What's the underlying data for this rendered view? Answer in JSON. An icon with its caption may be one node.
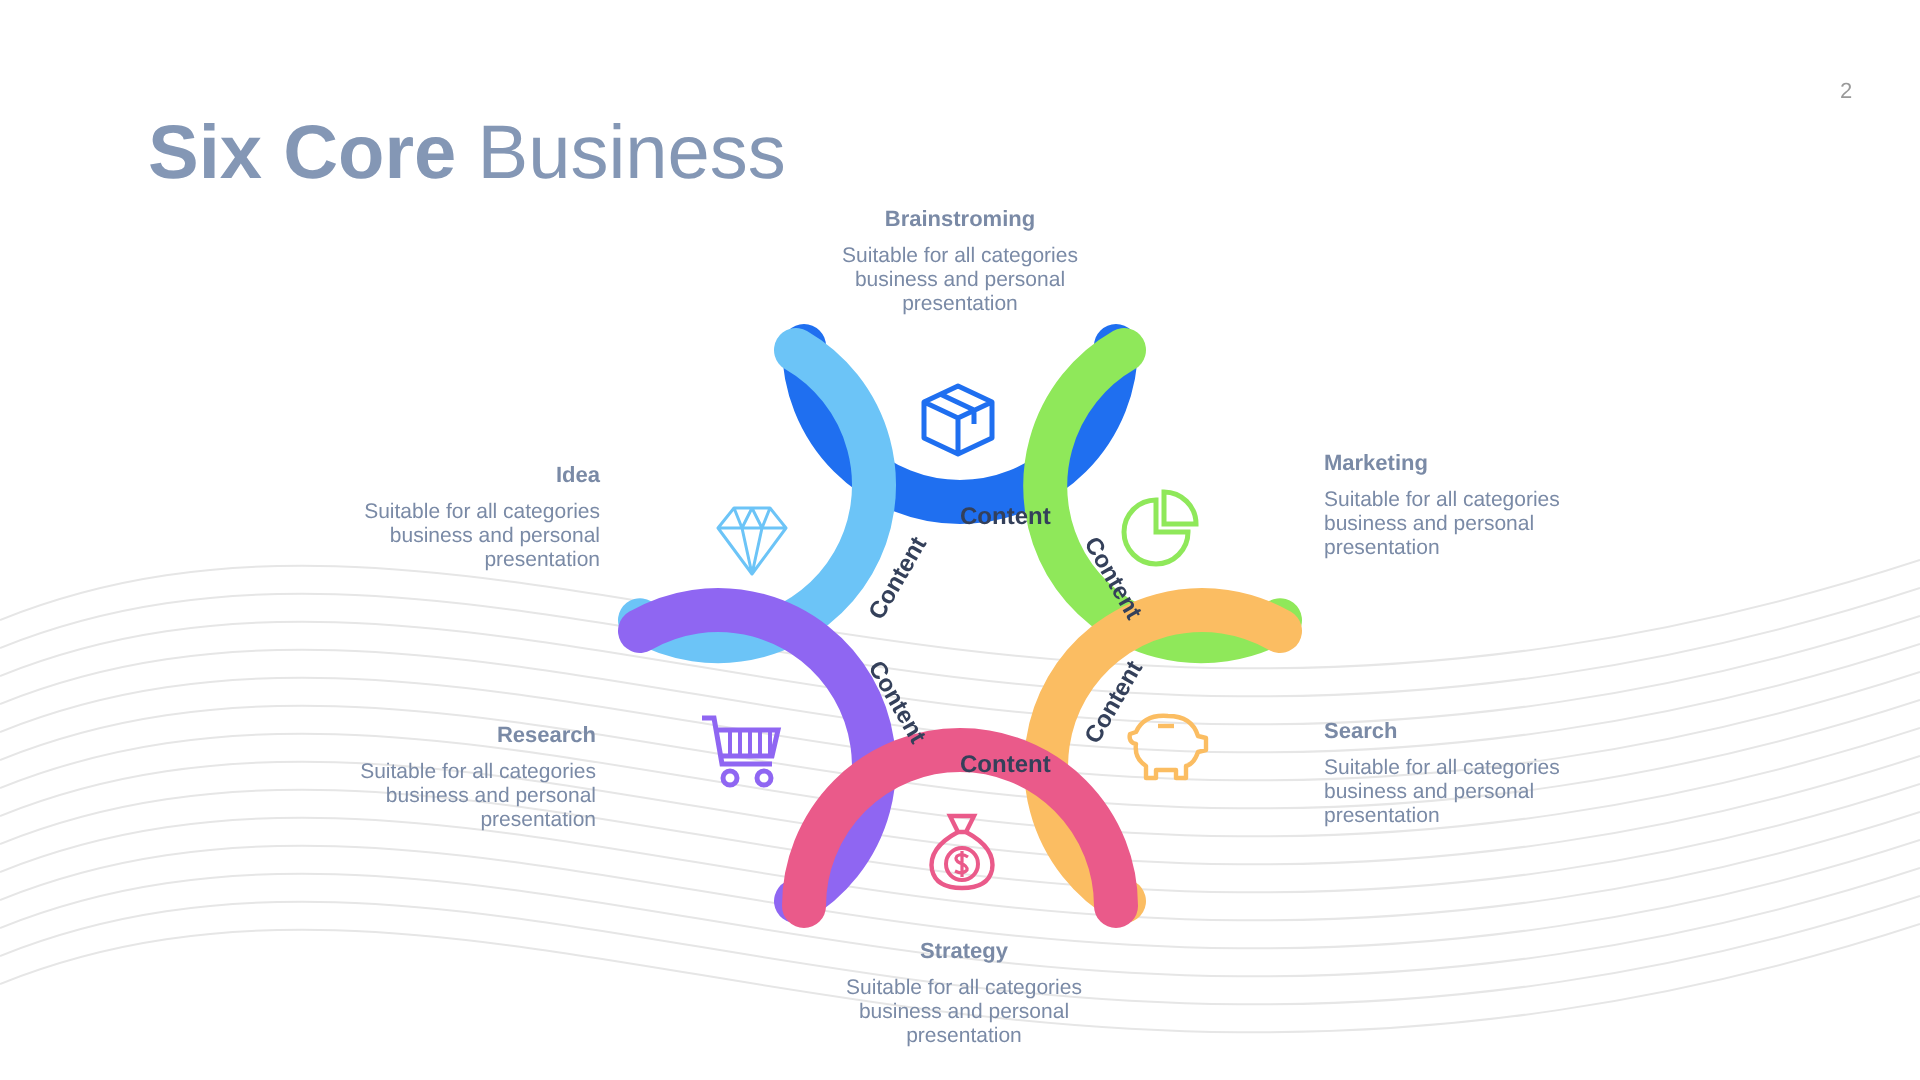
{
  "diagram": {
    "title": "**Six Core** Business",
    "nodes": [
      {
        "text": [
          "Content"
        ],
        "beside": [
          "Brainstroming",
          "Suitable for all categories business and personal presentation"
        ]
      },
      {
        "text": [
          "Content"
        ],
        "beside": [
          "Idea",
          "Suitable for all categories business and personal presentation"
        ]
      },
      {
        "text": [
          "Content"
        ],
        "beside": [
          "Marketing",
          "Suitable for all categories business and personal presentation"
        ]
      },
      {
        "text": [
          "Content"
        ],
        "beside": [
          "Research",
          "Suitable for all categories business and personal presentation"
        ]
      },
      {
        "text": [
          "Content"
        ],
        "beside": [
          "Search",
          "Suitable for all categories business and personal presentation"
        ]
      },
      {
        "text": [
          "Content"
        ],
        "beside": [
          "Strategy",
          "Suitable for all categories business and personal presentation"
        ]
      }
    ],
    "edges": [],
    "labels": [
      "2"
    ]
  }
}
